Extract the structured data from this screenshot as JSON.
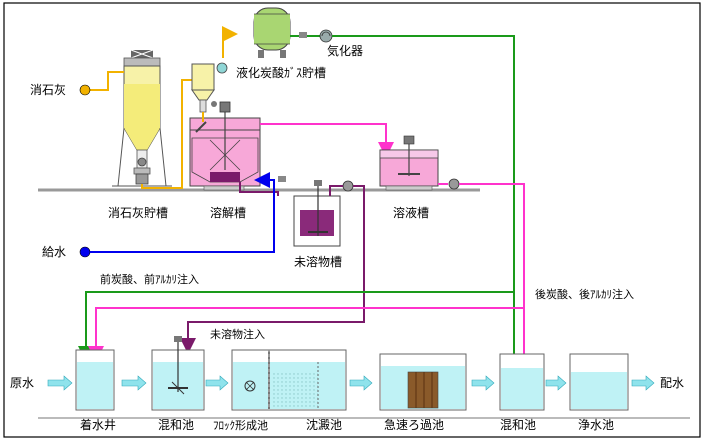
{
  "labels": {
    "slaked_lime": "消石灰",
    "slaked_lime_storage": "消石灰貯槽",
    "liquefied_co2_tank": "液化炭酸ｶﾞｽ貯槽",
    "vaporizer": "気化器",
    "dissolving_tank": "溶解槽",
    "solution_tank": "溶液槽",
    "water_supply": "給水",
    "undissolved_tank": "未溶物槽",
    "pre_injection": "前炭酸、前ｱﾙｶﾘ注入",
    "post_injection": "後炭酸、後ｱﾙｶﾘ注入",
    "undissolved_injection": "未溶物注入",
    "raw_water": "原水",
    "receiving_well": "着水井",
    "mixing_basin_1": "混和池",
    "flocculation": "ﾌﾛｯｸ形成池",
    "sedimentation": "沈澱池",
    "rapid_filter": "急速ろ過池",
    "mixing_basin_2": "混和池",
    "clear_well": "浄水池",
    "distribution": "配水"
  },
  "colors": {
    "co2_line": "#1a9a1a",
    "alkali_line": "#ff33cc",
    "lime_line": "#f2b200",
    "water_line": "#0000ee",
    "undissolved_line": "#7a1a6a",
    "tank_pink": "#f7a8d8",
    "basin_water": "#bff2f5",
    "storage_yellow": "#f7f2a8",
    "co2_tank_green": "#a9d672"
  }
}
